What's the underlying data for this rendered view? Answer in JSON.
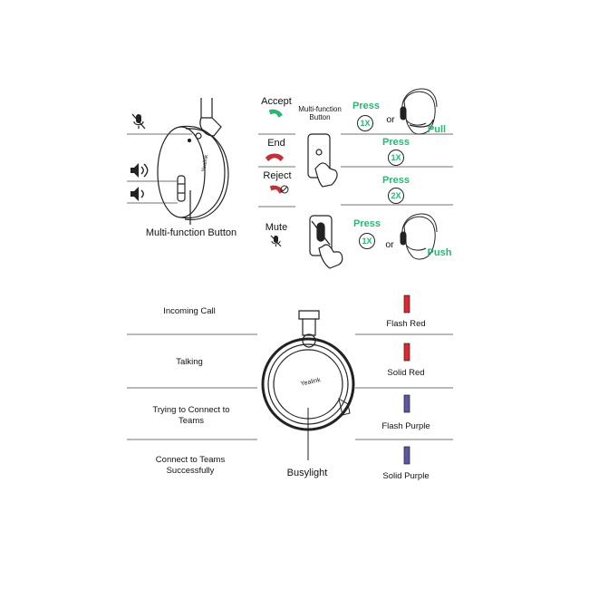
{
  "top_left": {
    "caption": "Multi-function Button",
    "brand": "Yealink"
  },
  "actions": [
    {
      "label": "Accept"
    },
    {
      "label": "End"
    },
    {
      "label": "Reject"
    },
    {
      "label": "Mute"
    }
  ],
  "mfb_label_line1": "Multi-function",
  "mfb_label_line2": "Button",
  "instructions": {
    "press": "Press",
    "or": "or",
    "pull": "Pull",
    "push": "Push",
    "x1": "1X",
    "x2": "2X"
  },
  "busylight": {
    "label": "Busylight",
    "brand": "Yealink",
    "states": [
      {
        "left": "Incoming Call",
        "right": "Flash Red",
        "color": "#e0272f"
      },
      {
        "left": "Talking",
        "right": "Solid Red",
        "color": "#e0272f"
      },
      {
        "left_line1": "Trying to Connect to",
        "left_line2": "Teams",
        "right": "Flash Purple",
        "color": "#5b56a6"
      },
      {
        "left_line1": "Connect to Teams",
        "left_line2": "Successfully",
        "right": "Solid Purple",
        "color": "#5b56a6"
      }
    ]
  },
  "colors": {
    "green": "#2bb673",
    "red": "#c0323a",
    "line": "#333333"
  }
}
